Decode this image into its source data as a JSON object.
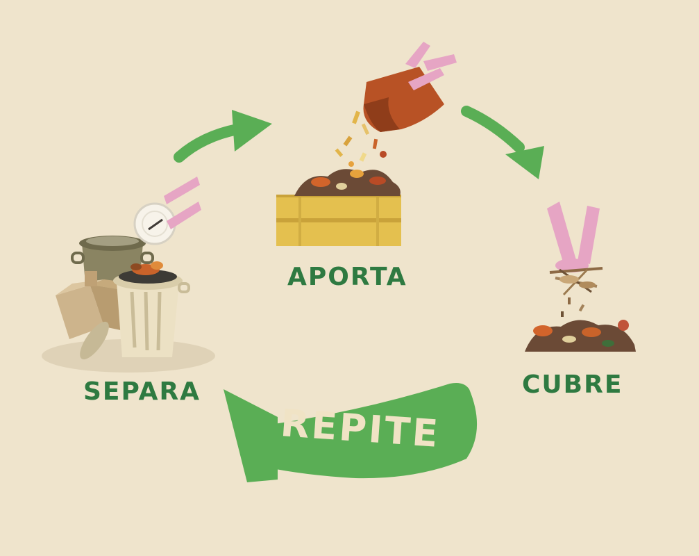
{
  "diagram": {
    "steps": [
      {
        "id": "separa",
        "label": "SEPARA"
      },
      {
        "id": "aporta",
        "label": "APORTA"
      },
      {
        "id": "cubre",
        "label": "CUBRE"
      }
    ],
    "loop": {
      "label": "REPITE"
    },
    "colors": {
      "background": "#efe4cc",
      "label_green": "#2e7a41",
      "arrow_green": "#5aae55",
      "repite_text": "#f0e3c5",
      "skin_pink": "#e6a5c4",
      "crate_yellow": "#e4c04f",
      "bag_orange": "#b85225",
      "bin_cream": "#ece1c4",
      "bin_olive": "#8a8462",
      "cardboard": "#cdb48c"
    },
    "icons": [
      "trash-bin-icon",
      "cardboard-box-icon",
      "plate-icon",
      "hand-icon",
      "bag-icon",
      "compost-crate-icon",
      "compost-pile-icon",
      "dry-leaves-icon"
    ]
  }
}
